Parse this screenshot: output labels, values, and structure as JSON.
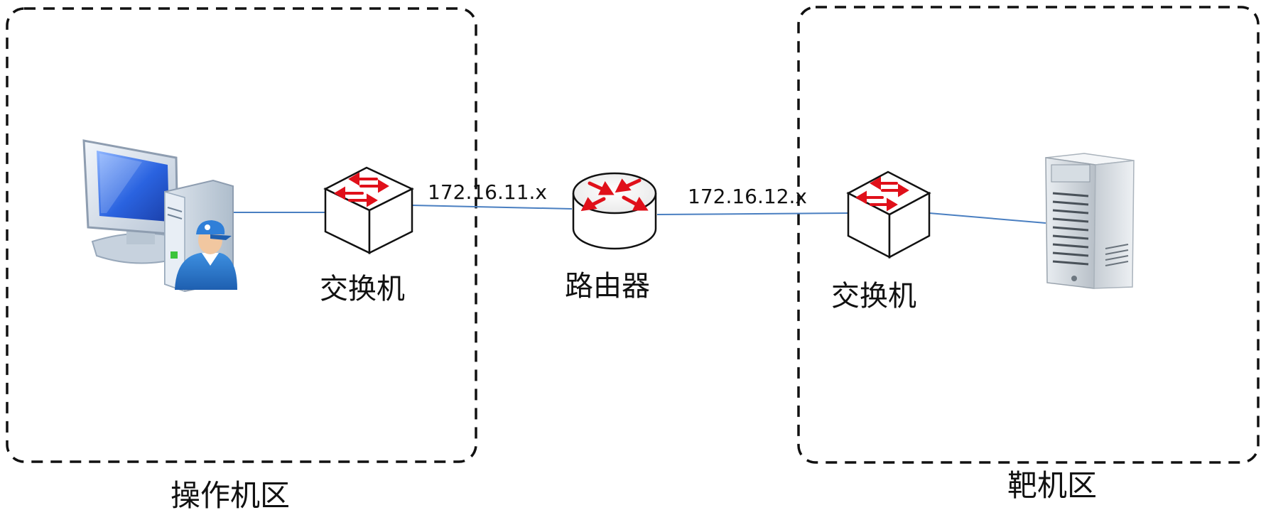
{
  "zones": {
    "operator": {
      "label": "操作机区"
    },
    "target": {
      "label": "靶机区"
    }
  },
  "nodes": {
    "operator_pc": {
      "icon": "workstation-user-icon"
    },
    "switch_left": {
      "label": "交换机",
      "icon": "switch-icon"
    },
    "router": {
      "label": "路由器",
      "icon": "router-icon"
    },
    "switch_right": {
      "label": "交换机",
      "icon": "switch-icon"
    },
    "target_server": {
      "icon": "tower-server-icon"
    }
  },
  "networks": {
    "left": "172.16.11.x",
    "right": "172.16.12.x"
  },
  "colors": {
    "link": "#4a7fc1",
    "arrow": "#e0101a",
    "dash": "#111111"
  }
}
